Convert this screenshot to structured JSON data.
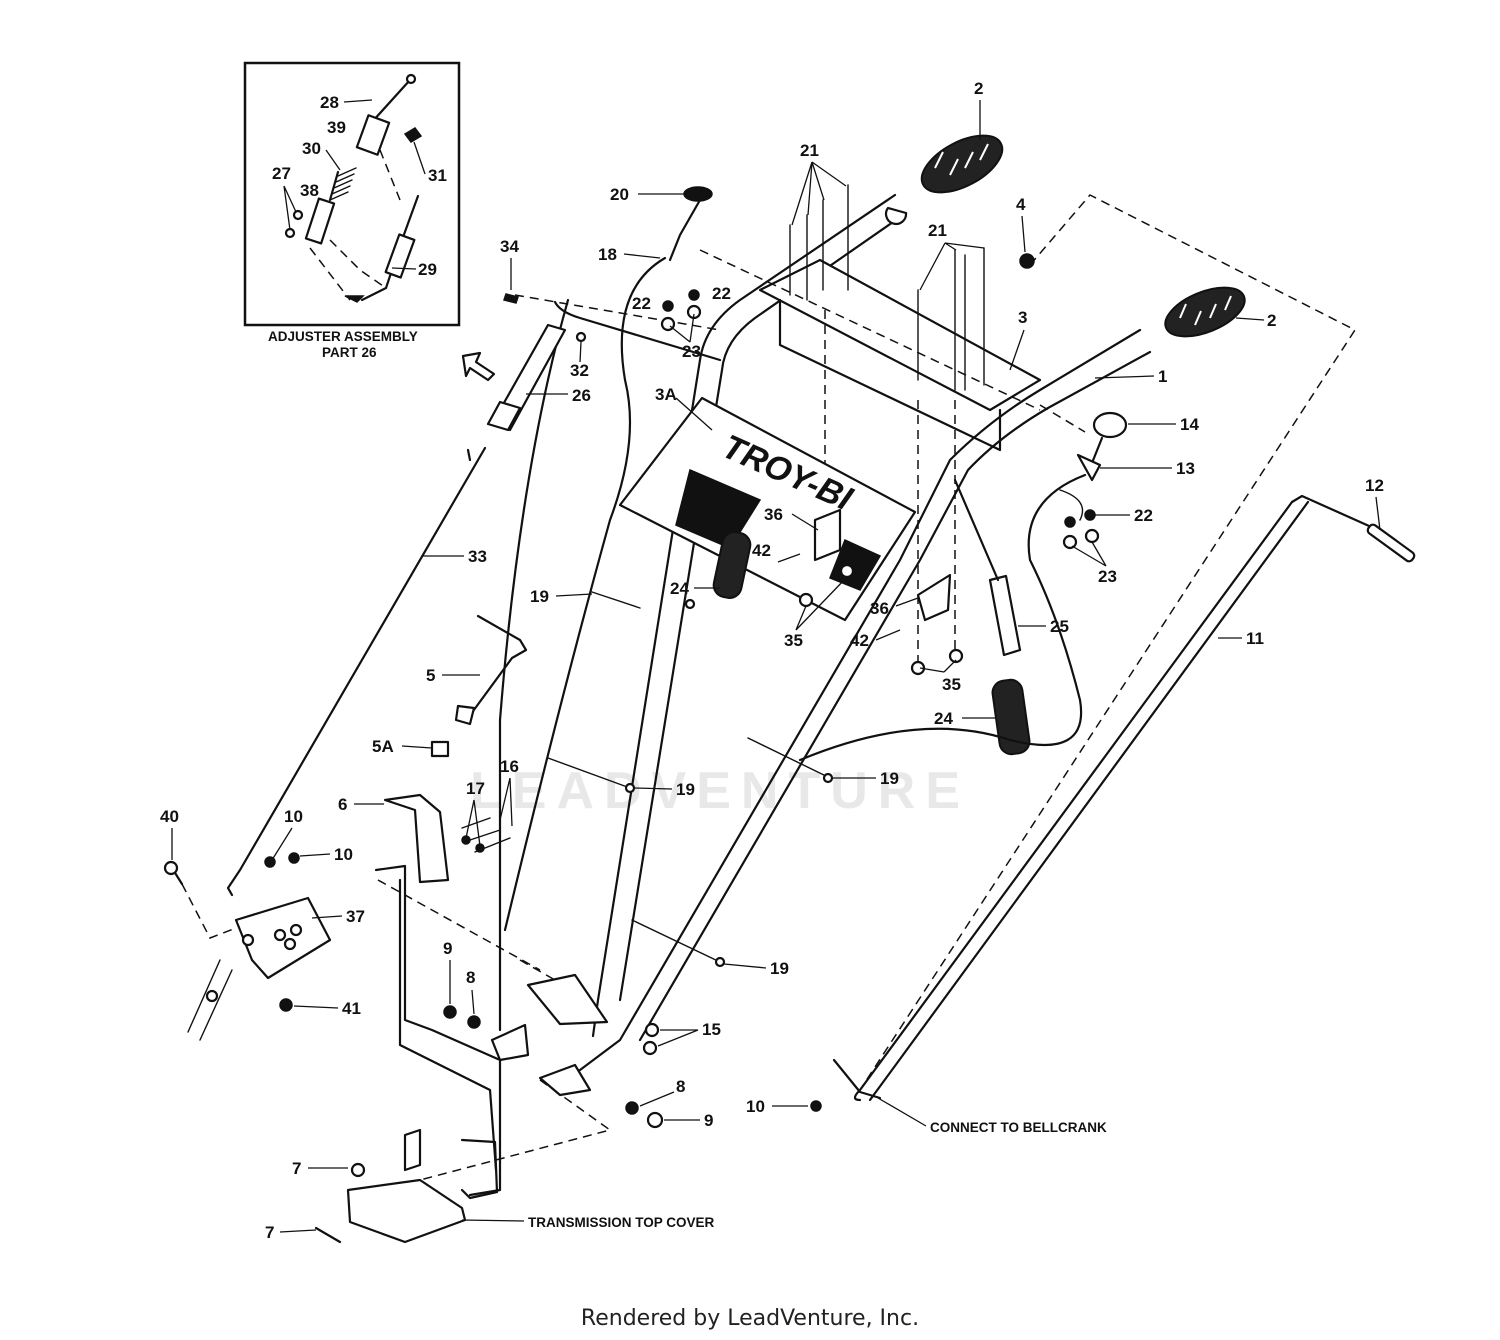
{
  "inset": {
    "title_line1": "ADJUSTER ASSEMBLY",
    "title_line2": "PART 26",
    "callouts": [
      "28",
      "39",
      "30",
      "31",
      "27",
      "38",
      "29"
    ]
  },
  "callouts": {
    "c1": "1",
    "c2a": "2",
    "c2b": "2",
    "c3": "3",
    "c3a": "3A",
    "c4": "4",
    "c5": "5",
    "c5a": "5A",
    "c6": "6",
    "c7a": "7",
    "c7b": "7",
    "c8a": "8",
    "c8b": "8",
    "c9a": "9",
    "c9b": "9",
    "c10a": "10",
    "c10b": "10",
    "c10c": "10",
    "c11": "11",
    "c12": "12",
    "c13": "13",
    "c14": "14",
    "c15": "15",
    "c16": "16",
    "c17": "17",
    "c18": "18",
    "c19a": "19",
    "c19b": "19",
    "c19c": "19",
    "c19d": "19",
    "c20": "20",
    "c21a": "21",
    "c21b": "21",
    "c22a": "22",
    "c22b": "22",
    "c22c": "22",
    "c23a": "23",
    "c23b": "23",
    "c24a": "24",
    "c24b": "24",
    "c25": "25",
    "c26": "26",
    "c32": "32",
    "c33": "33",
    "c34": "34",
    "c35a": "35",
    "c35b": "35",
    "c36a": "36",
    "c36b": "36",
    "c37": "37",
    "c40": "40",
    "c41": "41",
    "c42a": "42",
    "c42b": "42"
  },
  "labels": {
    "connect_bellcrank": "CONNECT TO BELLCRANK",
    "transmission_cover": "TRANSMISSION TOP COVER"
  },
  "panel_logo": "TROY-BI",
  "watermark": "LEADVENTURE",
  "footer": "Rendered by LeadVenture, Inc."
}
